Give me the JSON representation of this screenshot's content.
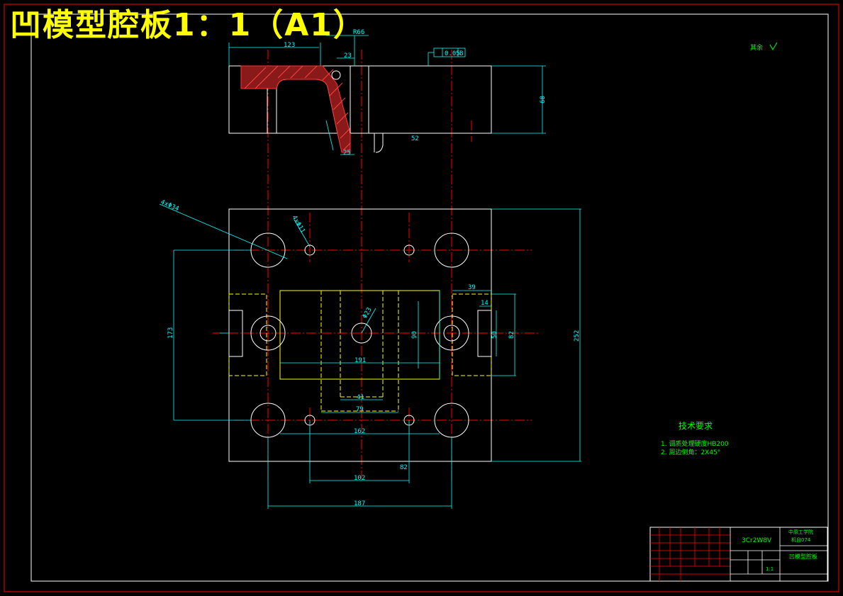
{
  "title": "凹模型腔板1：1（A1）",
  "top_view": {
    "dims": {
      "r66": "R66",
      "d123": "123",
      "d23": "23",
      "tolerance": "0.05",
      "datum": "B",
      "d68": "68",
      "d52": "52",
      "d25": "25"
    }
  },
  "plan_view": {
    "dims": {
      "holes_4x": "4xΦ34",
      "holes_small": "4xΦ11",
      "center_hole": "Φ23",
      "d173": "173",
      "d252": "252",
      "d39": "39",
      "d14": "14",
      "d50": "50",
      "d82": "82",
      "d90": "90",
      "d191": "191",
      "d41": "41",
      "d79": "79",
      "d162": "162",
      "d102": "102",
      "d187": "187",
      "d82b": "82"
    }
  },
  "surface_note": "其余",
  "tech": {
    "heading": "技术要求",
    "items": [
      "1.  调质处理硬度HB200",
      "2.  周边倒角：2X45°"
    ]
  },
  "title_block": {
    "material": "3Cr2W8V",
    "school": "中原工学院",
    "class": "机自074",
    "part_name": "凹模型腔板",
    "scale": "1:1"
  }
}
